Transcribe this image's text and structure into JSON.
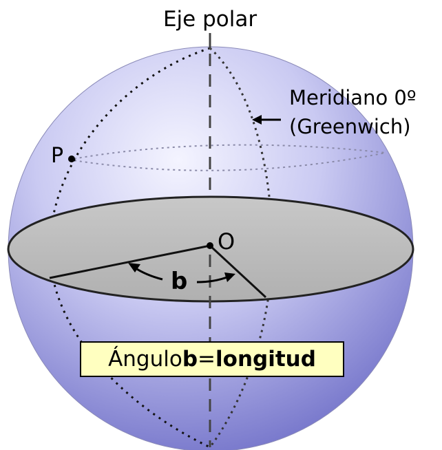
{
  "labels": {
    "polar_axis": "Eje polar",
    "meridian_line1": "Meridiano 0º",
    "meridian_line2": "(Greenwich)",
    "point_p": "P",
    "center_o": "O",
    "angle_b": "b"
  },
  "caption": {
    "prefix": "Ángulo ",
    "symbol": "b",
    "equals": " =",
    "term": "longitud"
  },
  "colors": {
    "sphere_light": "#f2f2ff",
    "sphere_mid": "#c4c4f0",
    "sphere_dark": "#7878d0",
    "equator_plane": "#bdbdbd",
    "caption_background": "#ffffc0",
    "ink": "#000000"
  }
}
